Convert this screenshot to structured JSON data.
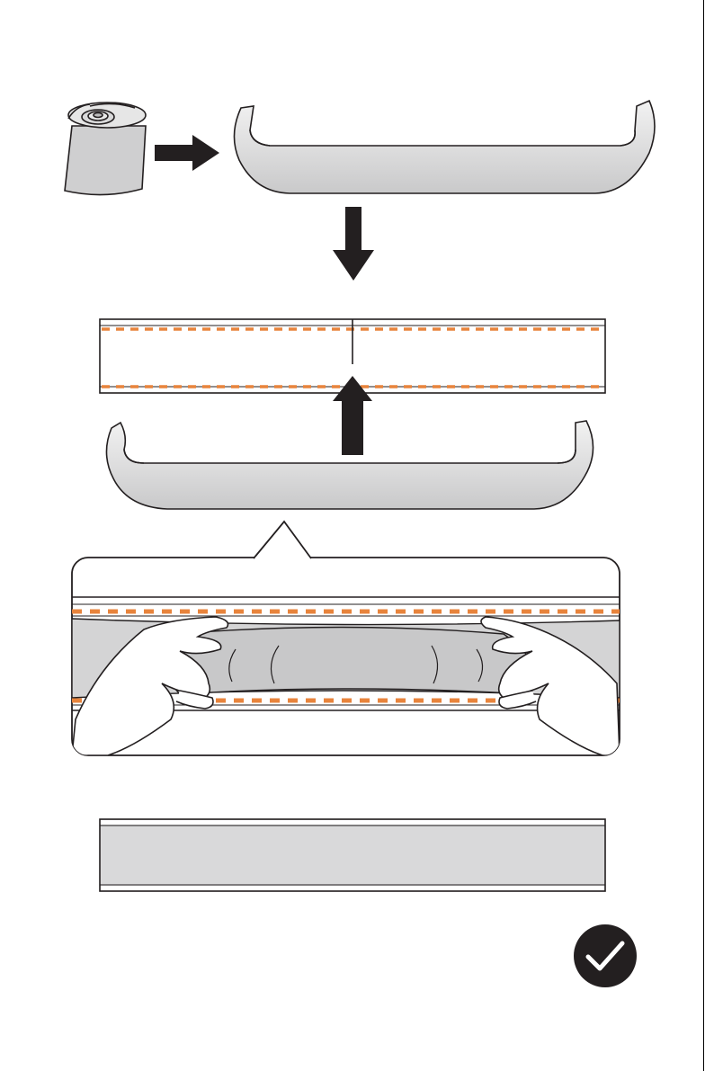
{
  "page": {
    "background": "#ffffff"
  },
  "colors": {
    "outline": "#231f20",
    "strip_fill": "#d9d9da",
    "strip_shade": "#bfbfc0",
    "adhesive_dash": "#e8843c",
    "arrow": "#231f20",
    "check_badge": "#231f20",
    "check_mark": "#ffffff"
  },
  "steps": [
    {
      "id": "step-unroll",
      "icons": [
        "roll-icon",
        "right-arrow-icon",
        "curved-strip-icon"
      ]
    },
    {
      "id": "step-lower",
      "icons": [
        "down-arrow-icon"
      ]
    },
    {
      "id": "step-apply",
      "icons": [
        "channel-icon",
        "up-arrow-icon",
        "curved-strip-icon"
      ]
    },
    {
      "id": "step-press",
      "icons": [
        "hands-icon",
        "zoom-callout-icon"
      ]
    },
    {
      "id": "step-done",
      "icons": [
        "installed-strip-icon",
        "checkmark-icon"
      ]
    }
  ]
}
